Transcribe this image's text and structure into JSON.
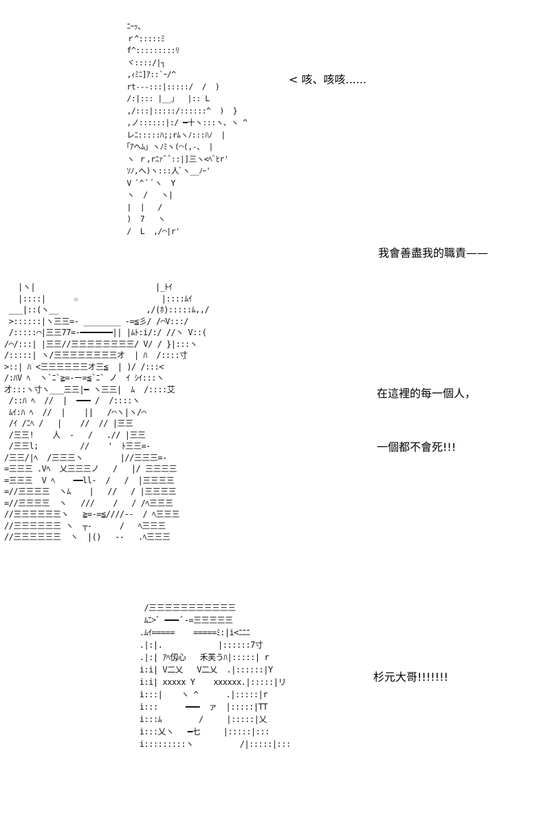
{
  "panels": [
    {
      "dialogue": [
        "< 咳、咳咳......",
        "我會善盡我的職責——"
      ],
      "art": " ﾆｰｯ、\n ｒ^:::::ﾐ\n f^:::::::::ﾘ\n ヾ::::/|┐\n ,ｨﾐﾆ]ｱ::`ｰ/^\n rt---:::|:::::/  /  )\n /:|::: |__」  |:: L\n ,/:::|:::::/::::::^  )  }\n ,ノ::::::|:/ ━十ヽ:::ヽ、ヽ ^\n レﾆ:::::ﾊ;;rﾑヽﾉ:::ﾊﾉ  |\n「ｱヘﾑ」ヽﾉﾐヽ(⌒(,-、 |\n ヽ ｒ,rﾆｧ¯¯::|]三ヽ<ﾍﾞﾋr'\n ｿﾉ,へ)ヽ:::人ﾞヽ__ﾉｰ'\n V ﾞ^ ﾞ ﾞヽ  Y\n ヽ  /   ヽ|\n |  |   /\n )  7   ヽ\n /  L  ,/⌒|r'"
    },
    {
      "dialogue": [
        "在這裡的每一個人，",
        "一個都不會死!!!"
      ],
      "art": "   |ヽ|                          |_ﾄｲ\n   |::::|      ☆                  |::::ﾑｲ\n ___|::(ヽ__                   ,/(ﾎ):::::ﾑ,,/\n >::::::|ヽ三三=- ________ -=≦彡/ /⌒V:::/\n /:::::⌒|三三77=-━━━━━━━|| |ﾑﾄ:i/:/ //ヽ V::(\n/⌒/:::| |三三//三三三三三三三三/ V/ / }|:::ヽ\n/:::::| ヽ/三三三三三三三三オ  | ﾊ  /::::寸\n>::| ﾊ <三三三三三三オ三≦  | )/ /:::<\n/:ﾊV ﾍ  ヽ`ﾆ`≧=-ー=≦`ﾆ` ノ  ｲ ｼｲ:::ヽ\n才:::ヽ寸ヽ___三三|━ ヽ三三|  ﾑ  /::::艾\n /::ﾊ ﾍ  //  |  ━━━ /  /::::ヽ\n ﾑｲ:ﾊ ﾍ  //  |    ||   /⌒ヽ|ヽ/⌒\n /ｲ /ﾆﾍ /   |    //  // |三三\n /三三!    人  -   /   .// |三三\n /三三l;         //    '  ﾄ三三=-\n/三三/|ﾍ  /三三三ヽ        |//三三三=-\n=三三三 .Vﾍ  乂三三三ノ   /   |/ 三三三三\n=三三三  V ﾍ    ━━ll-  /   /  |三三三三\n=//三三三三  ヽﾑ    |   //   / |三三三三\n=//三三三三  ヽ   ///    /   / /ﾍ三三三\n//三三三三三三ヽ   ≧=-=≦////--  / ﾍ三三三\n//三三三三三三 ヽ  ┬-      /   ﾍ三三三\n//三三三三三三  ヽ  |()   --   .ﾍ三三三"
    },
    {
      "dialogue": [
        "杉元大哥!!!!!!!"
      ],
      "art": "  /三三三三三三三三三三三\n  ﾑﾆ>ﾞ ━━━ ﾞ-=三三三三三\n .ﾑｲ=====    =====ﾐ:|i<ﾆﾆﾆ\n .|:|.            |::::::7寸\n .|:| ｱﾍ仭心   禾芙うﾊ|:::::| r\n i:i| V二乂   V二乂  .|::::::|Y\n i:i| xxxxx Y    xxxxxx.|:::::|リ\n i:::|    ヽ ^      .|:::::|r\n i:::      ━━━  ァ  |:::::|TT\n i:::ﾑ        /     |:::::|乂\n i:::乂ヽ   ━七     |:::::|:::\n i:::::::::ヽ          /|:::::|:::"
    }
  ]
}
